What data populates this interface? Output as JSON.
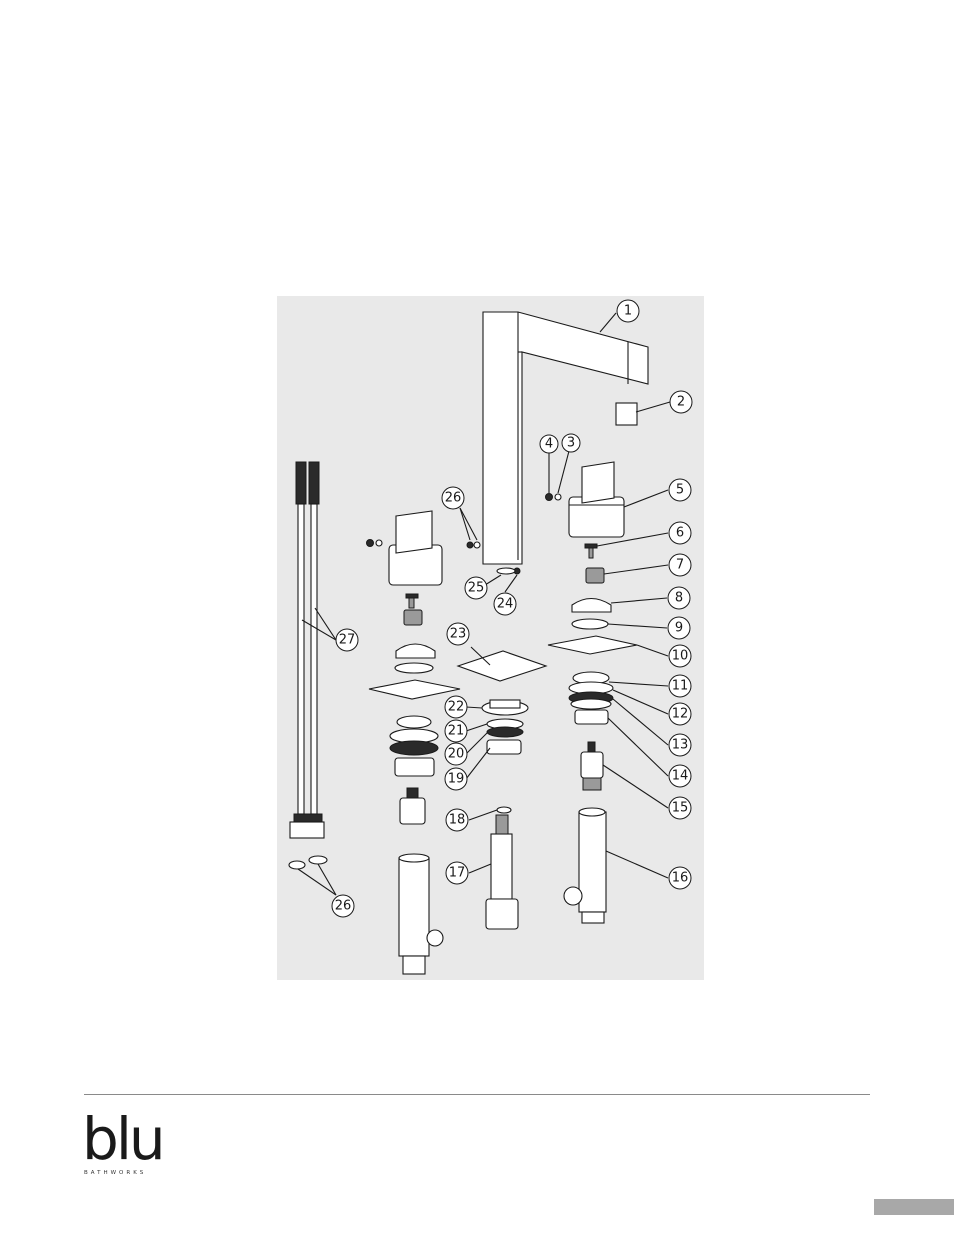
{
  "brand": {
    "logo_text": "blu",
    "tagline": "BATHWORKS"
  },
  "diagram": {
    "callouts": [
      "1",
      "2",
      "3",
      "4",
      "5",
      "6",
      "7",
      "8",
      "9",
      "10",
      "11",
      "12",
      "13",
      "14",
      "15",
      "16",
      "17",
      "18",
      "19",
      "20",
      "21",
      "22",
      "23",
      "24",
      "25",
      "26",
      "26",
      "27"
    ]
  },
  "colors": {
    "panel_background": "#e9e9e9",
    "line": "#1a1a1a",
    "footer_rule": "#8a8a8a",
    "page_tab": "#a8a8a8"
  }
}
